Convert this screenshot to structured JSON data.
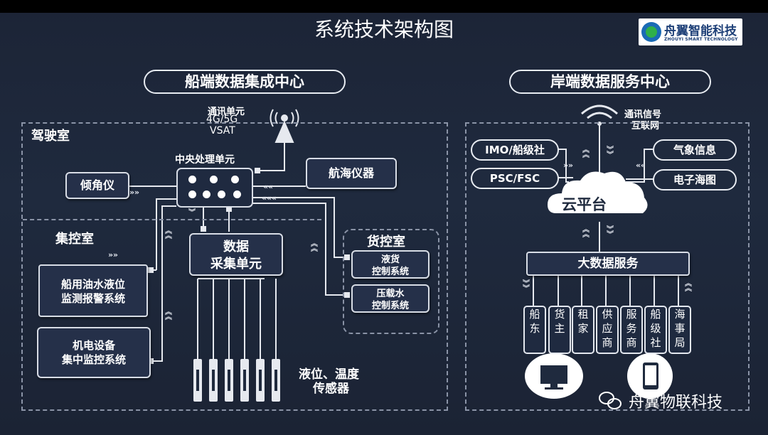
{
  "title": "系统技术架构图",
  "logo": {
    "name": "舟翼智能科技",
    "sub": "ZHOUYI SMART TECHNOLOGY"
  },
  "ship": {
    "header": "船端数据集成中心",
    "comm": {
      "line1": "通讯单元",
      "line2": "4G/5G",
      "line3": "VSAT"
    },
    "bridge_label": "驾驶室",
    "cpu_label": "中央处理单元",
    "tilt": "倾角仪",
    "nav": "航海仪器",
    "control_label": "集控室",
    "daq_line1": "数据",
    "daq_line2": "采集单元",
    "cargo_label": "货控室",
    "liquid_cargo": {
      "line1": "液货",
      "line2": "控制系统"
    },
    "ballast": {
      "line1": "压载水",
      "line2": "控制系统"
    },
    "oil": {
      "line1": "船用油水液位",
      "line2": "监测报警系统"
    },
    "mech": {
      "line1": "机电设备",
      "line2": "集中监控系统"
    },
    "sensor": {
      "line1": "液位、温度",
      "line2": "传感器"
    }
  },
  "shore": {
    "header": "岸端数据服务中心",
    "comm": {
      "line1": "通讯信号",
      "line2": "互联网"
    },
    "imo": "IMO/船级社",
    "psc": "PSC/FSC",
    "weather": "气象信息",
    "chart": "电子海图",
    "cloud": "云平台",
    "bigdata": "大数据服务",
    "stakeholders": [
      [
        "船",
        "东"
      ],
      [
        "货",
        "主"
      ],
      [
        "租",
        "家"
      ],
      [
        "供",
        "应",
        "商"
      ],
      [
        "服",
        "务",
        "商"
      ],
      [
        "船",
        "级",
        "社"
      ],
      [
        "海",
        "事",
        "局"
      ]
    ]
  },
  "watermark": "舟翼物联科技",
  "icons": [
    "antenna-icon",
    "wifi-icon",
    "monitor-icon",
    "tablet-icon",
    "wechat-icon"
  ],
  "colors": {
    "background": "#1f2a3e",
    "line": "#e6e9ef",
    "dash": "#8a93a6"
  }
}
